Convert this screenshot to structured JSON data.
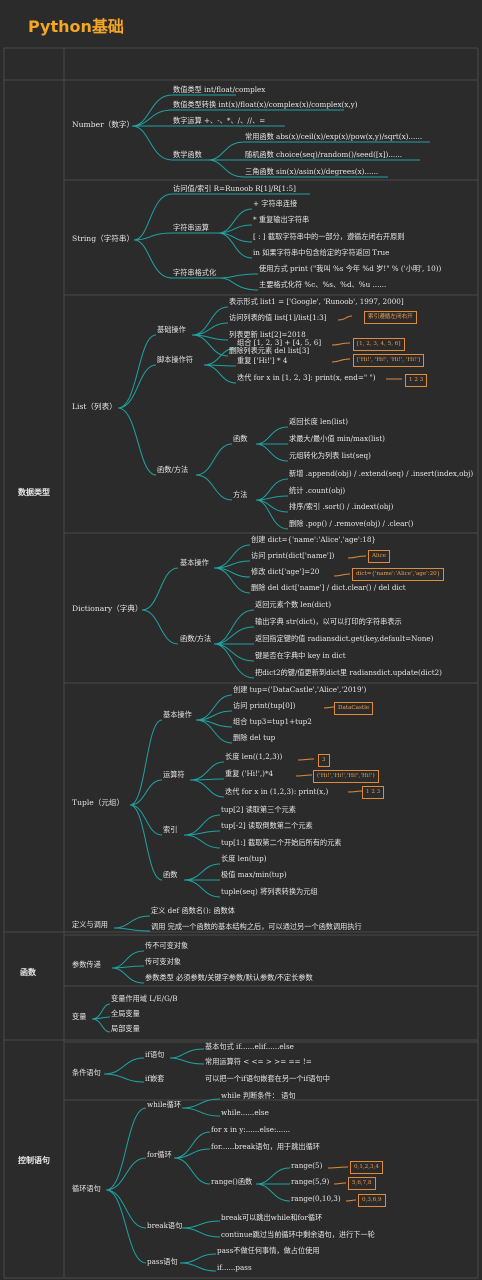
{
  "title": "Python基础",
  "sections": {
    "data_types": "数据类型",
    "functions": "函数",
    "control": "控制语句"
  },
  "number": {
    "label": "Number（数字）",
    "types": "数值类型    int/float/complex",
    "convert": "数值类型转换    int(x)/float(x)/complex(x)/complex(x,y)",
    "ops": "数字运算    +、-、*、/、//、=",
    "funcs": "数学函数",
    "common": "常用函数    abs(x)/ceil(x)/exp(x)/pow(x,y)/sqrt(x)......",
    "random": "随机函数    choice(seq)/random()/seed([x])......",
    "trig": "三角函数    sin(x)/asin(x)/degrees(x)......"
  },
  "string": {
    "label": "String（字符串）",
    "access": "访问值/索引    R=Runoob R[1]/R[1:5]",
    "ops": "字符串运算",
    "plus": "+    字符串连接",
    "star": "*    重复输出字符串",
    "slice": "[ : ]    截取字符串中的一部分，遵循左闭右开原则",
    "in": "in    如果字符串中包含给定的字符返回 True",
    "fmt": "字符串格式化",
    "usage": "使用方式    print (\"我叫 %s 今年 %d 岁!\" % ('小明', 10))",
    "symbols": "主要格式化符    %c、%s、%d、%u ......"
  },
  "list": {
    "label": "List（列表）",
    "basic": "基础操作",
    "form": "表示形式    list1 = ['Google', 'Runoob', 1997, 2000]",
    "access": "访问列表的值    list[1]/list[1:3]",
    "access_note": "索引遵循左闭右开",
    "update": "列表更新    list[2]=2018",
    "delete": "删除列表元素    del list[3]",
    "script": "脚本操作符",
    "combine": "组合    [1, 2, 3] + [4, 5, 6]",
    "combine_res": "[1, 2, 3, 4, 5, 6]",
    "repeat": "重复    ['Hi!'] * 4",
    "repeat_res": "['Hi!', 'Hi!', 'Hi!', 'Hi!']",
    "iter": "迭代    for x in [1, 2, 3]: print(x, end=\" \")",
    "iter_res": "1 2 3",
    "funcmeth": "函数/方法",
    "func": "函数",
    "len": "返回长度    len(list)",
    "maxmin": "求最大/最小值    min/max(list)",
    "tolist": "元组转化为列表    list(seq)",
    "method": "方法",
    "add": "新增    .append(obj) / .extend(seq) / .insert(index,obj)",
    "count": "统计    .count(obj)",
    "sort": "排序/索引    .sort() / .indext(obj)",
    "del": "删除    .pop() / .remove(obj) / .clear()"
  },
  "dict": {
    "label": "Dictionary（字典）",
    "basic": "基本操作",
    "create": "创建    dict={'name':'Alice','age':18}",
    "visit": "访问    print(dict['name'])",
    "visit_res": "Alice",
    "modify": "修改    dict['age']=20",
    "modify_res": "dict={'name':'Alice','age':20}",
    "delete": "删除    del dict['name'] / dict.clear() / del dict",
    "funcmeth": "函数/方法",
    "len": "返回元素个数    len(dict)",
    "str": "输出字典    str(dict)，以可以打印的字符串表示",
    "get": "返回指定键的值    radiansdict.get(key,default=None)",
    "in": "键是否在字典中    key  in  dict",
    "update": "把dict2的键/值更新到dict里    radiansdict.update(dict2)"
  },
  "tuple": {
    "label": "Tuple（元组）",
    "basic": "基本操作",
    "create": "创建    tup=('DataCastle','Alice','2019')",
    "visit": "访问    print(tup[0])",
    "visit_res": "DataCastle",
    "combine": "组合    tup3=tup1+tup2",
    "delete": "删除    del tup",
    "ops": "运算符",
    "len": "长度    len((1,2,3))",
    "len_res": "3",
    "repeat": "重复    ('Hi!',)*4",
    "repeat_res": "('Hi!','Hi!','Hi!','Hi!')",
    "iter": "迭代    for x in (1,2,3): print(x,)",
    "iter_res": "1 2 3",
    "index": "索引",
    "i2": "tup[2]    读取第三个元素",
    "im2": "tup[-2]    读取倒数第二个元素",
    "i1": "tup[1:]    截取第二个开始后所有的元素",
    "func": "函数",
    "flen": "长度    len(tup)",
    "fmax": "极值    max/min(tup)",
    "ftuple": "tuple(seq)    将列表转换为元组"
  },
  "functions": {
    "defcall": "定义与调用",
    "define": "定义    def 函数名():  函数体",
    "call": "调用    完成一个函数的基本结构之后，可以通过另一个函数调用执行",
    "params": "参数传递",
    "immutable": "传不可变对象",
    "mutable": "传可变对象",
    "ptype": "参数类型   必须参数/关键字参数/默认参数/不定长参数",
    "var": "变量",
    "scope": "变量作用域          L/E/G/B",
    "global": "全局变量",
    "local": "局部变量"
  },
  "control": {
    "cond": "条件语句",
    "if": "if语句",
    "basic": "基本句式    if......elif......else",
    "cmp": "常用运算符    <  <=  >  >=  ==  !=",
    "nested": "if嵌套",
    "nested_desc": "可以把一个if语句嵌套在另一个if语句中",
    "loop": "循环语句",
    "while": "while循环",
    "w1": "while 判断条件：  语句",
    "w2": "while......else",
    "for": "for循环",
    "f1": "for x in y:......else:......",
    "f2": "for......break语句，用于跳出循环",
    "range": "range()函数",
    "r1": "range(5)",
    "r1_res": "0,1,2,3,4",
    "r2": "range(5,9)",
    "r2_res": "5,6,7,8",
    "r3": "range(0,10,3)",
    "r3_res": "0,3,6,9",
    "break": "break语句",
    "b1": "break可以跳出while和for循环",
    "b2": "continue跳过当前循环中剩余语句，进行下一轮",
    "pass": "pass语句",
    "p1": "pass不做任何事情，做占位使用",
    "p2": "if......pass"
  },
  "colors": {
    "accent": "#f5a623",
    "line": "#1fa3a3",
    "box": "#e08a3c",
    "grid": "#4a4a4a"
  }
}
